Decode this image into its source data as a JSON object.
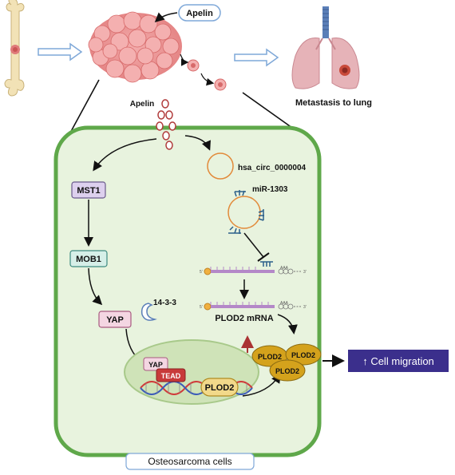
{
  "labels": {
    "apelin_top": "Apelin",
    "apelin_cell": "Apelin",
    "metastasis": "Metastasis to lung",
    "circ": "hsa_circ_0000004",
    "mir": "miR-1303",
    "mst1": "MST1",
    "mob1": "MOB1",
    "yap_cyto": "YAP",
    "protein_1433": "14-3-3",
    "yap_nuc": "YAP",
    "tead": "TEAD",
    "plod2_gene": "PLOD2",
    "plod2_mrna": "PLOD2 mRNA",
    "plod2_a": "PLOD2",
    "plod2_b": "PLOD2",
    "plod2_c": "PLOD2",
    "cell_migration": "↑ Cell migration",
    "cell_type": "Osteosarcoma cells",
    "five_prime_1": "5'",
    "three_prime_1": "3'",
    "five_prime_2": "5'",
    "three_prime_2": "3'",
    "polyA_1": "AAA",
    "polyA_2": "AAA"
  },
  "colors": {
    "cell_border": "#5fa84a",
    "cell_fill": "#e8f3de",
    "nucleus_fill": "#cfe3b8",
    "mst1_fill": "#ddd0ee",
    "mob1_fill": "#d6efe8",
    "yap_fill": "#f4d6e2",
    "plod2_fill": "#d4a21c",
    "migration_fill": "#3b2f8c",
    "tumor": "#e58a8a",
    "lung": "#e6b3b8"
  }
}
